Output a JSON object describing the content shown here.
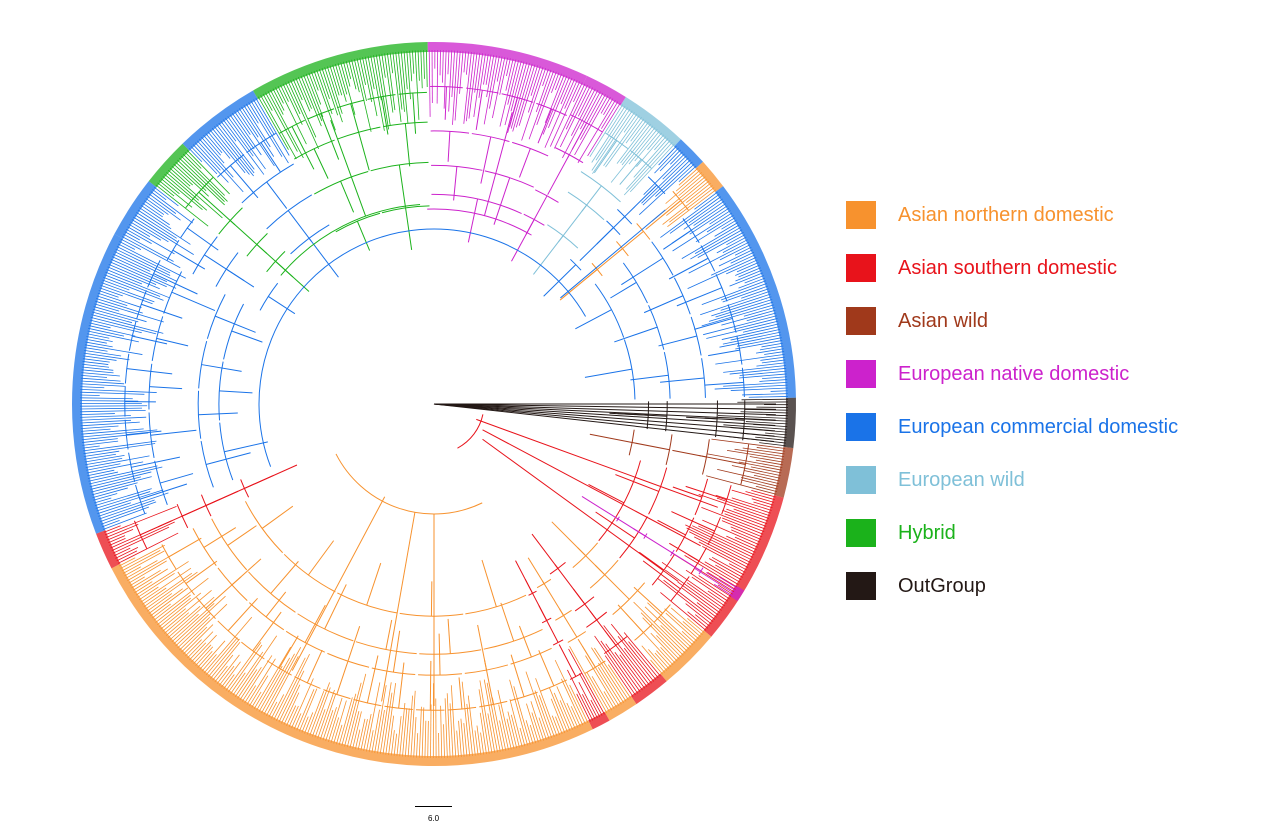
{
  "legend": {
    "items": [
      {
        "label": "Asian northern domestic",
        "color": "#F7922E"
      },
      {
        "label": "Asian southern domestic",
        "color": "#E8131B"
      },
      {
        "label": "Asian wild",
        "color": "#A0391B"
      },
      {
        "label": "European native domestic",
        "color": "#CC22CC"
      },
      {
        "label": "European commercial domestic",
        "color": "#1A73E8"
      },
      {
        "label": "European wild",
        "color": "#7FC0D8"
      },
      {
        "label": "Hybrid",
        "color": "#1BB21B"
      },
      {
        "label": "OutGroup",
        "color": "#231815"
      }
    ]
  },
  "tree": {
    "layout": "circular",
    "clades": [
      {
        "group": "OutGroup",
        "color": "#231815"
      },
      {
        "group": "Asian wild",
        "color": "#A0391B"
      },
      {
        "group": "Asian southern domestic",
        "color": "#E8131B"
      },
      {
        "group": "Asian northern domestic",
        "color": "#F7922E"
      },
      {
        "group": "European commercial domestic",
        "color": "#1A73E8"
      },
      {
        "group": "Hybrid",
        "color": "#1BB21B"
      },
      {
        "group": "European native domestic",
        "color": "#CC22CC"
      },
      {
        "group": "European wild",
        "color": "#7FC0D8"
      }
    ]
  },
  "scale_bar": {
    "label": "6.0"
  }
}
